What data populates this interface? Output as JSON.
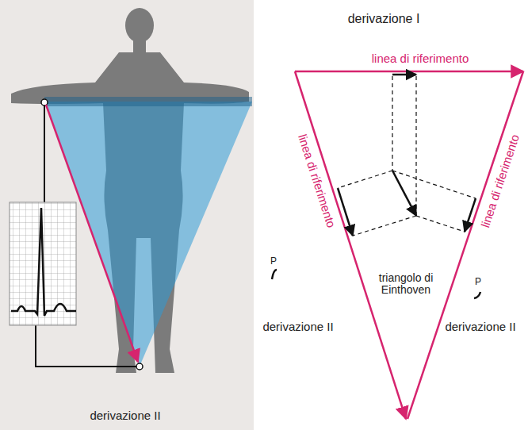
{
  "diagram": {
    "labels": [
      "derivazione II",
      "derivazione I",
      "linea di riferimento",
      "linea di riferimento",
      "linea di riferimento",
      "triangolo di Einthoven",
      "P",
      "derivazione II",
      "P",
      "derivazione II"
    ]
  }
}
